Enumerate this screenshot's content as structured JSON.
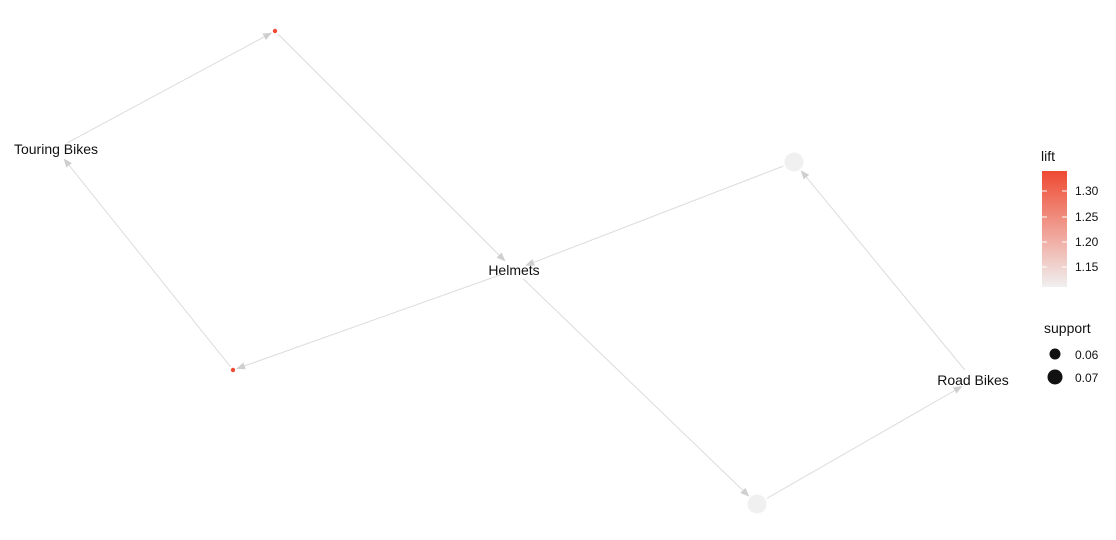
{
  "graph": {
    "item_nodes": [
      {
        "id": "touring",
        "label": "Touring Bikes"
      },
      {
        "id": "helmets",
        "label": "Helmets"
      },
      {
        "id": "road",
        "label": "Road Bikes"
      }
    ],
    "rule_nodes": [
      {
        "id": "r1",
        "support": 0.055,
        "lift": 1.34
      },
      {
        "id": "r2",
        "support": 0.055,
        "lift": 1.34
      },
      {
        "id": "r3",
        "support": 0.075,
        "lift": 1.1
      },
      {
        "id": "r4",
        "support": 0.075,
        "lift": 1.1
      }
    ],
    "edges": [
      {
        "from": "touring",
        "to": "r1"
      },
      {
        "from": "r1",
        "to": "helmets"
      },
      {
        "from": "helmets",
        "to": "r2"
      },
      {
        "from": "r2",
        "to": "touring"
      },
      {
        "from": "road",
        "to": "r3"
      },
      {
        "from": "r3",
        "to": "helmets"
      },
      {
        "from": "helmets",
        "to": "r4"
      },
      {
        "from": "r4",
        "to": "road"
      }
    ],
    "colors": {
      "edge": "#dcdcdc",
      "arrow": "#cfcfcf",
      "lift_low": "#f0f0f0",
      "lift_high": "#ef4a32"
    }
  },
  "legend": {
    "lift": {
      "title": "lift",
      "ticks": [
        "1.30",
        "1.25",
        "1.20",
        "1.15"
      ],
      "range": [
        1.1,
        1.34
      ]
    },
    "support": {
      "title": "support",
      "entries": [
        {
          "label": "0.06",
          "value": 0.06
        },
        {
          "label": "0.07",
          "value": 0.07
        }
      ]
    }
  }
}
